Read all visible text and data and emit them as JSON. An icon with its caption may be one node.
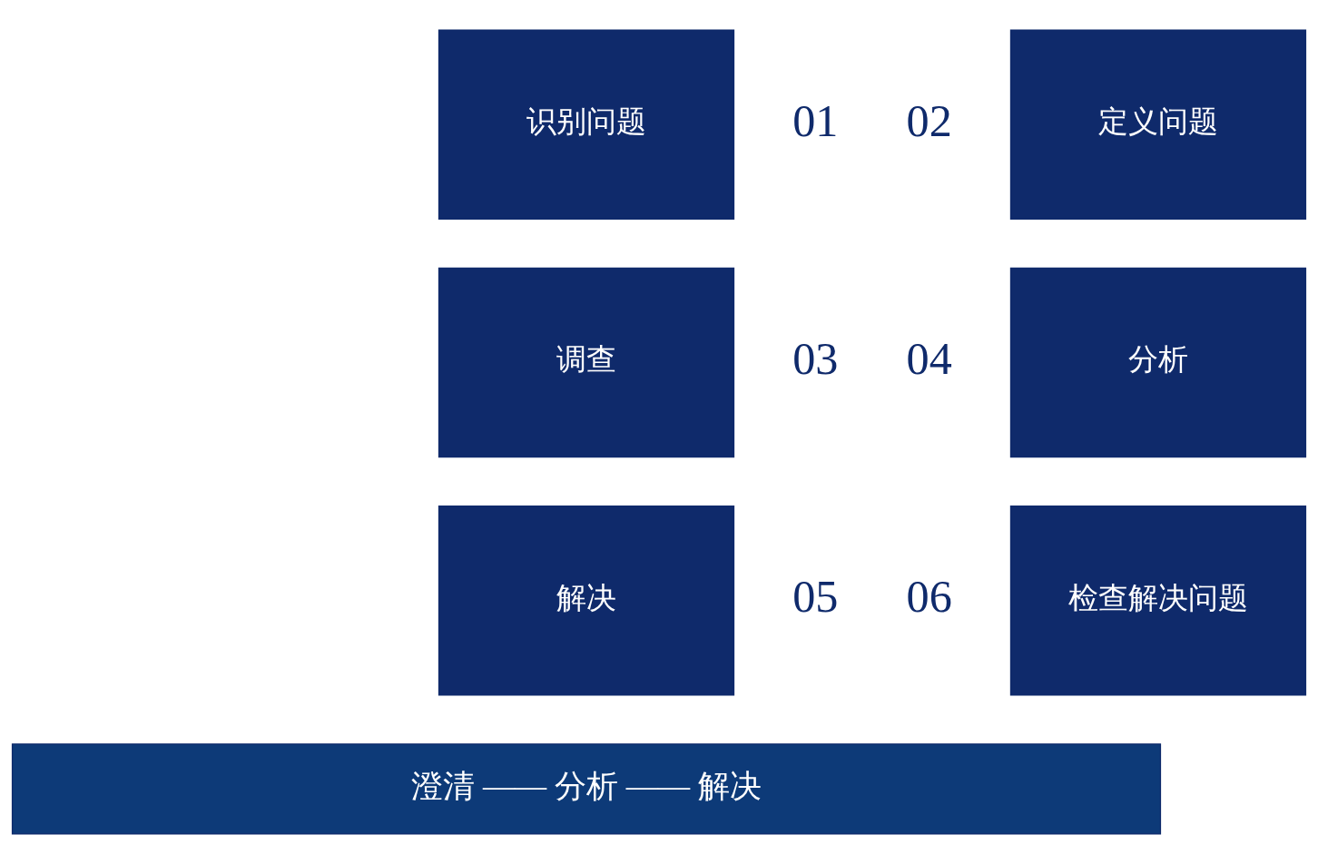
{
  "diagram": {
    "nodes": [
      {
        "text": [
          "识别问题"
        ],
        "beside": [
          "01"
        ]
      },
      {
        "text": [
          "定义问题"
        ],
        "beside": [
          "02"
        ]
      },
      {
        "text": [
          "调查"
        ],
        "beside": [
          "03"
        ]
      },
      {
        "text": [
          "分析"
        ],
        "beside": [
          "04"
        ]
      },
      {
        "text": [
          "解决"
        ],
        "beside": [
          "05"
        ]
      },
      {
        "text": [
          "检查解决问题"
        ],
        "beside": [
          "06"
        ]
      },
      {
        "text": [
          "澄清 —— 分析 —— 解决"
        ]
      }
    ],
    "edges": []
  }
}
